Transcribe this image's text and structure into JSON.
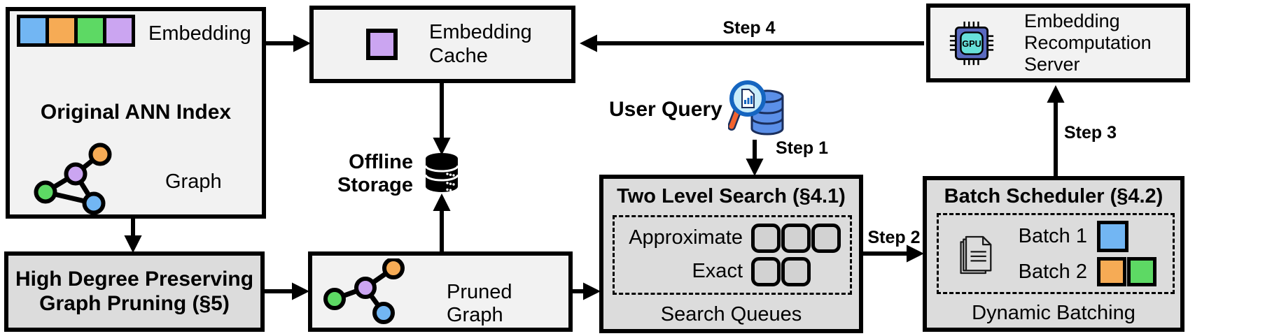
{
  "colors": {
    "blue": "#72B6F3",
    "orange": "#F6AB55",
    "green": "#5DD964",
    "purple": "#CBA5F1",
    "box-light": "#F2F2F2",
    "box-gray": "#DCDCDC",
    "queue-fill": "#D2D2D2",
    "gpu-body": "#5A6ABF",
    "gpu-core": "#67E0D9",
    "db-blue": "#5B8FE8",
    "db-outline": "#1A2E5C",
    "lens-fill": "#C9ECFA",
    "lens-rim": "#1565C0",
    "handle-orange": "#F2622E"
  },
  "original_ann_index": {
    "title": "Original ANN Index",
    "embedding_label": "Embedding",
    "graph_label": "Graph"
  },
  "high_degree_pruning": {
    "line1": "High Degree Preserving",
    "line2": "Graph Pruning (§5)"
  },
  "embedding_cache": {
    "line1": "Embedding",
    "line2": "Cache"
  },
  "offline_storage": {
    "line1": "Offline",
    "line2": "Storage"
  },
  "pruned_graph": {
    "label": "Pruned Graph"
  },
  "user_query": {
    "label": "User Query"
  },
  "steps": {
    "step1": "Step 1",
    "step2": "Step 2",
    "step3": "Step 3",
    "step4": "Step 4"
  },
  "two_level_search": {
    "title": "Two Level Search (§4.1)",
    "approximate_label": "Approximate",
    "exact_label": "Exact",
    "approximate_count": 3,
    "exact_count": 2,
    "caption": "Search Queues"
  },
  "batch_scheduler": {
    "title": "Batch Scheduler (§4.2)",
    "batch1_label": "Batch 1",
    "batch2_label": "Batch 2",
    "caption": "Dynamic Batching"
  },
  "recomputation_server": {
    "line1": "Embedding",
    "line2": "Recomputation",
    "line3": "Server"
  },
  "gpu_icon": {
    "label": "GPU"
  }
}
